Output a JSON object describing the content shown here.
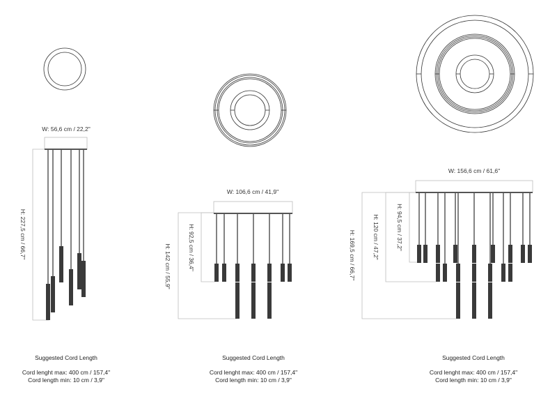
{
  "models": [
    {
      "id": "model-6",
      "width_label": "W: 56,6 cm / 22,2\"",
      "heights": [
        "H: 227,5 cm / 66,7\""
      ],
      "pendant_count": 6
    },
    {
      "id": "model-7",
      "width_label": "W: 106,6 cm / 41,9\"",
      "heights": [
        "H: 92,5 cm / 36,4\"",
        "H: 142 cm / 55,9\""
      ],
      "pendant_count": 10
    },
    {
      "id": "model-14",
      "width_label": "W: 156,6 cm / 61,6\"",
      "heights": [
        "H: 94,5 cm / 37,2\"",
        "H: 120 cm / 47,2\"",
        "H: 169,5 cm / 66,7\""
      ],
      "pendant_count": 20
    }
  ],
  "captions": [
    {
      "title": "Suggested Cord Length",
      "max": "Cord lenght max: 400 cm / 157,4\"",
      "min": "Cord length min: 10 cm / 3,9\""
    },
    {
      "title": "Suggested Cord Length",
      "max": "Cord lenght max: 400 cm / 157,4\"",
      "min": "Cord length min: 10 cm / 3,9\""
    },
    {
      "title": "Suggested Cord Length",
      "max": "Cord lenght max: 400 cm / 157,4\"",
      "min": "Cord length min: 10 cm / 3,9\""
    }
  ],
  "colors": {
    "line": "#333333",
    "dimension": "#bdbdbd",
    "pendant": "#3a3a3a"
  }
}
